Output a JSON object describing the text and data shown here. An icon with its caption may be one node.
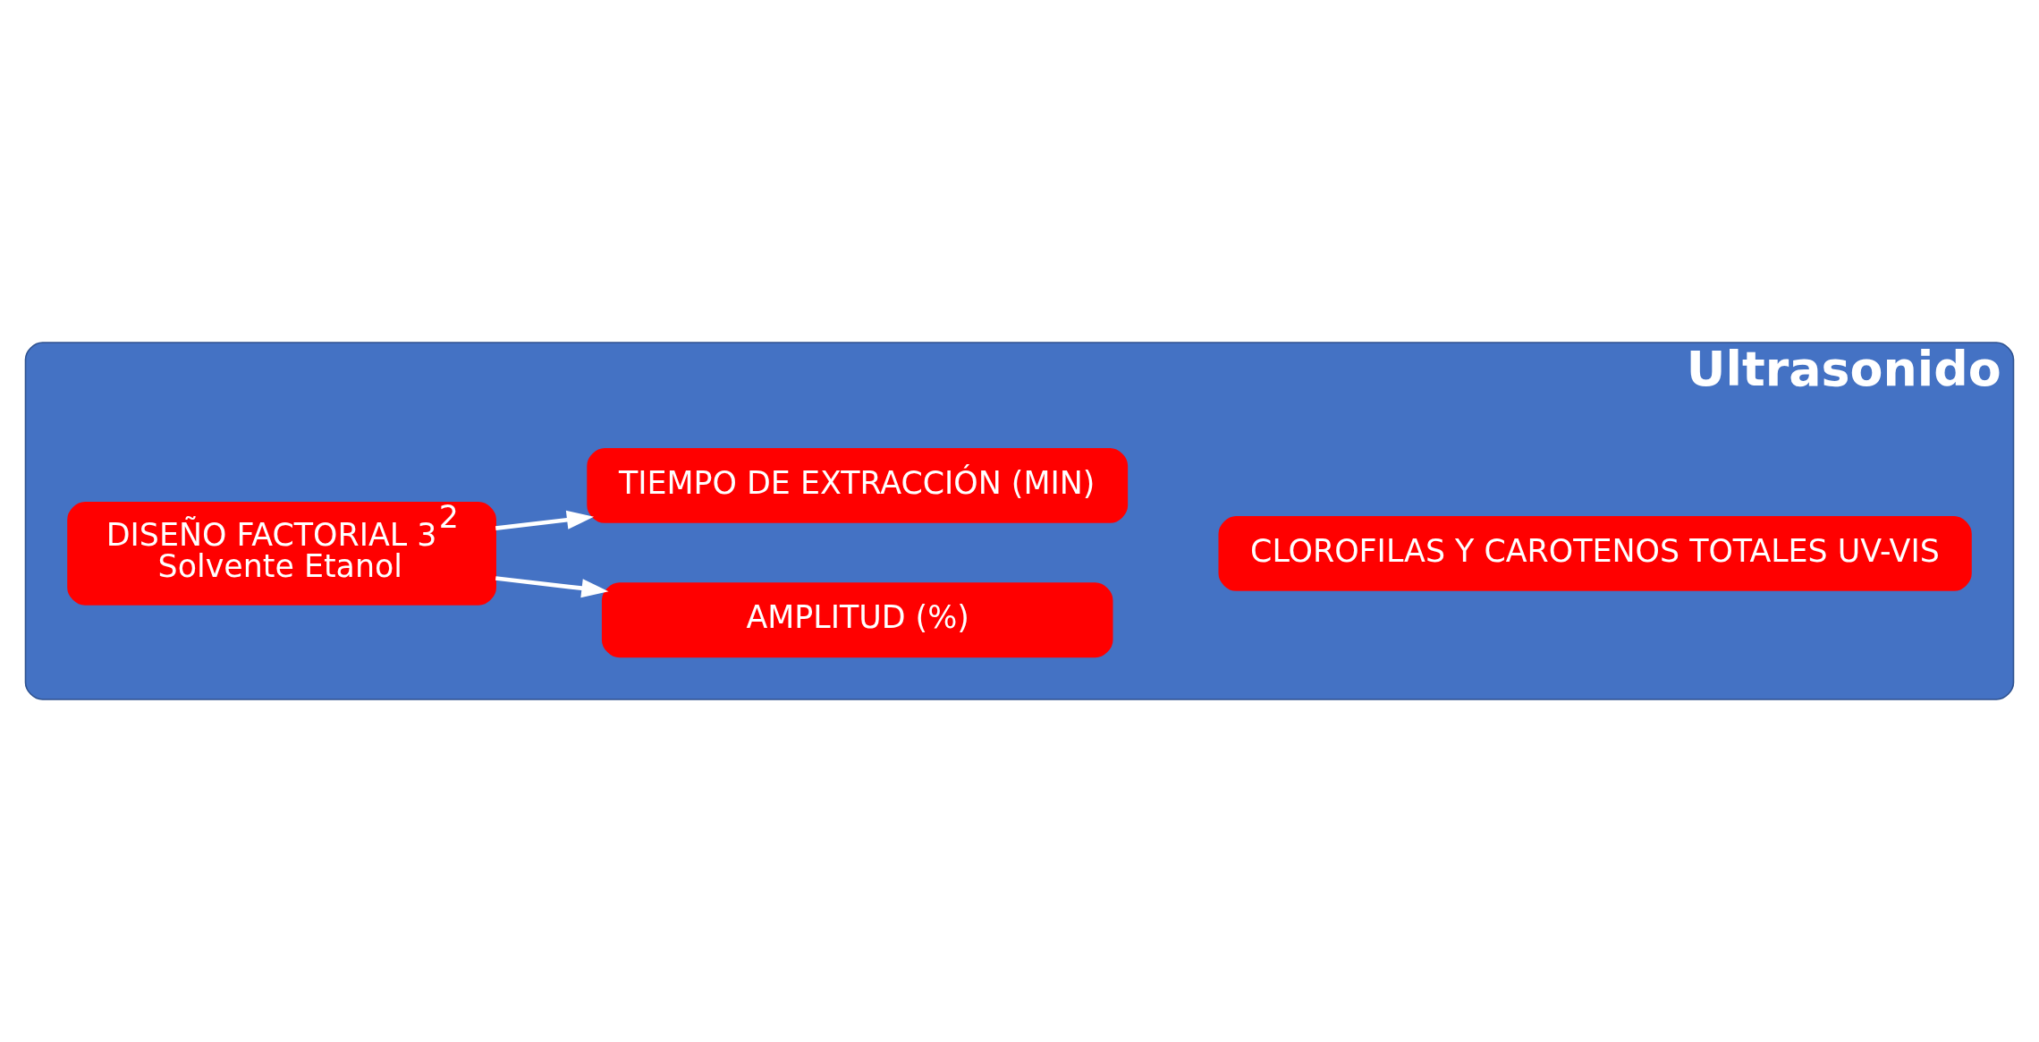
{
  "diagram": {
    "nodes": [
      {
        "text": [
          "Ultrasonido"
        ]
      },
      {
        "text": [
          "DISEÑO FACTORIAL 3$^{2}$",
          "Solvente Etanol"
        ],
        "in": 0
      },
      {
        "text": [
          "AMPLITUD (%)"
        ],
        "in": 0
      },
      {
        "text": [
          "TIEMPO DE EXTRACCIÓN (MIN)"
        ],
        "in": 0
      },
      {
        "text": [
          "CLOROFILAS Y CAROTENOS TOTALES UV-VIS"
        ],
        "in": 0
      }
    ],
    "edges": [
      {
        "from": 1,
        "to": 2,
        "arrow": "to"
      },
      {
        "from": 1,
        "to": 3,
        "arrow": "to"
      }
    ]
  }
}
